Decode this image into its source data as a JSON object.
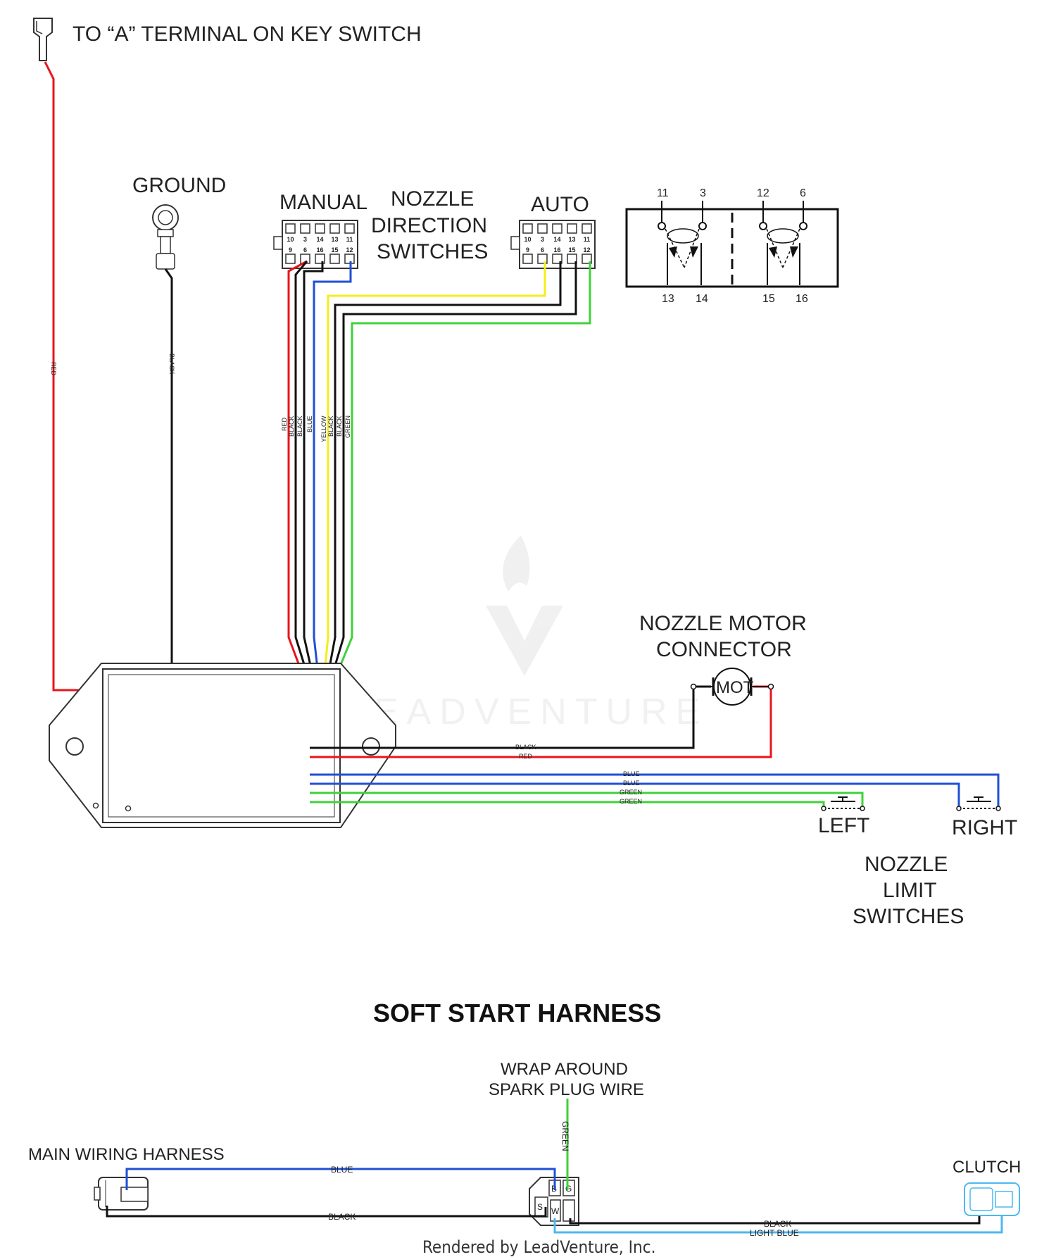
{
  "labels": {
    "key_switch": "TO “A” TERMINAL ON KEY SWITCH",
    "ground": "GROUND",
    "manual": "MANUAL",
    "nozzle": "NOZZLE",
    "direction": "DIRECTION",
    "switches": "SWITCHES",
    "auto": "AUTO",
    "nozzle_motor": "NOZZLE MOTOR",
    "connector": "CONNECTOR",
    "mot": "MOT",
    "left": "LEFT",
    "right": "RIGHT",
    "limit_nozzle": "NOZZLE",
    "limit": "LIMIT",
    "limit_switches": "SWITCHES",
    "soft_start": "SOFT START HARNESS",
    "wrap1": "WRAP AROUND",
    "wrap2": "SPARK PLUG WIRE",
    "main_harness": "MAIN WIRING HARNESS",
    "clutch": "CLUTCH",
    "footer": "Rendered by LeadVenture, Inc.",
    "watermark": "LEADVENTURE"
  },
  "connector_pins": {
    "top": [
      "10",
      "3",
      "14",
      "13",
      "11"
    ],
    "bottom": [
      "9",
      "6",
      "16",
      "15",
      "12"
    ]
  },
  "switch_block": {
    "top": [
      "11",
      "3",
      "12",
      "6"
    ],
    "bottom": [
      "13",
      "14",
      "15",
      "16"
    ]
  },
  "wire_labels": {
    "red": "RED",
    "black": "BLACK",
    "blue": "BLUE",
    "yellow": "YELLOW",
    "green": "GREEN",
    "light_blue": "LIGHT BLUE"
  },
  "harness_letters": [
    "B",
    "G",
    "S",
    "W"
  ],
  "colors": {
    "red": "#e8141b",
    "black": "#111111",
    "blue": "#1f4fd6",
    "yellow": "#f4ee1a",
    "green": "#3fd23a",
    "light_blue": "#4db8f0",
    "outline": "#333333"
  }
}
